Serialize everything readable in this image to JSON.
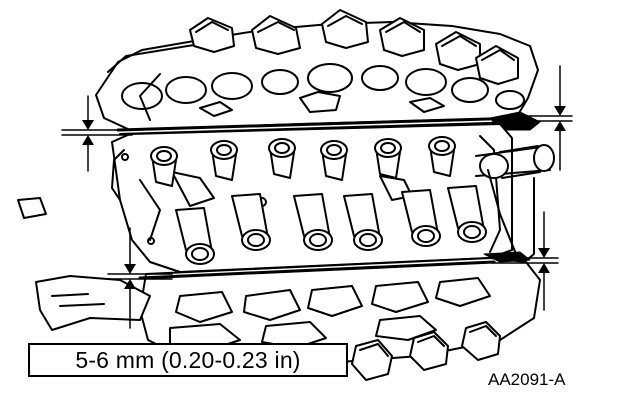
{
  "callout": {
    "spec_text": "5-6 mm (0.20-0.23 in)"
  },
  "figure": {
    "id": "AA2091-A"
  },
  "colors": {
    "line": "#000000",
    "background": "#ffffff"
  },
  "icons": {
    "arrow": "measurement-arrow"
  }
}
